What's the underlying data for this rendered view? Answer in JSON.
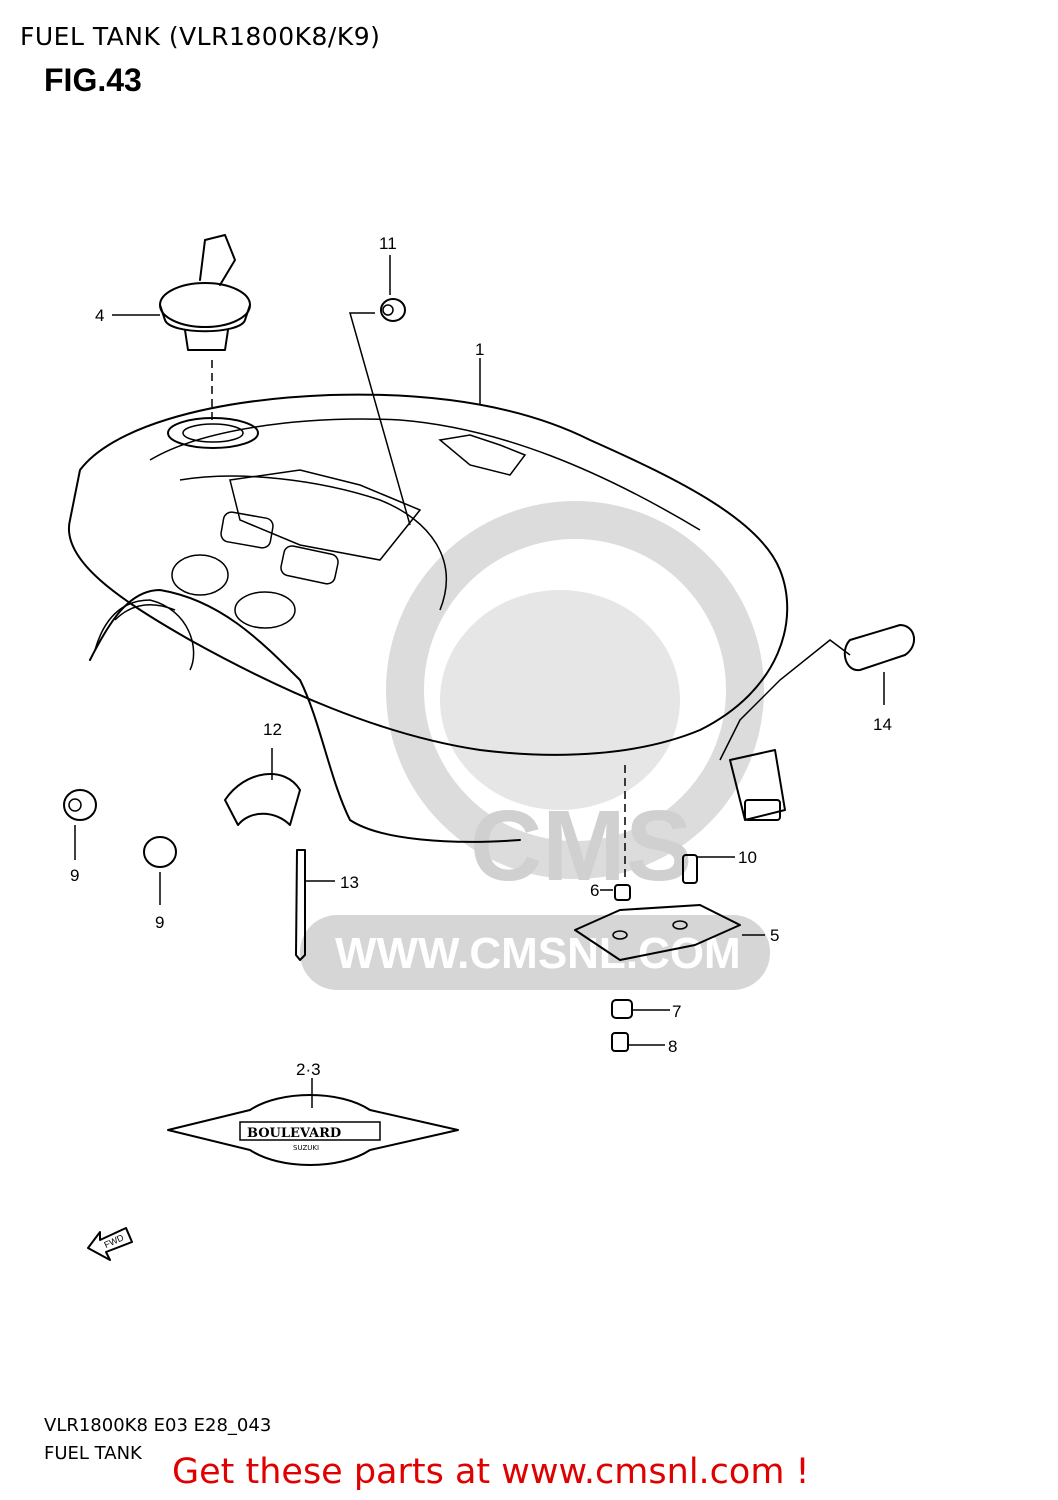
{
  "header": {
    "title": "FUEL TANK (VLR1800K8/K9)",
    "figure": "FIG.43"
  },
  "parts": [
    {
      "id": "1",
      "label": "1"
    },
    {
      "id": "2-3",
      "label": "2·3"
    },
    {
      "id": "4",
      "label": "4"
    },
    {
      "id": "5",
      "label": "5"
    },
    {
      "id": "6",
      "label": "6"
    },
    {
      "id": "7",
      "label": "7"
    },
    {
      "id": "8",
      "label": "8"
    },
    {
      "id": "9a",
      "label": "9"
    },
    {
      "id": "9b",
      "label": "9"
    },
    {
      "id": "10",
      "label": "10"
    },
    {
      "id": "11",
      "label": "11"
    },
    {
      "id": "12",
      "label": "12"
    },
    {
      "id": "13",
      "label": "13"
    },
    {
      "id": "14",
      "label": "14"
    }
  ],
  "emblem": {
    "text": "BOULEVARD",
    "subtext": "SUZUKI"
  },
  "fwd_arrow": "FWD",
  "watermark": {
    "brand": "CMS",
    "url": "WWW.CMSNL.COM"
  },
  "footer": {
    "code": "VLR1800K8 E03 E28_043",
    "name": "FUEL TANK"
  },
  "promo": "Get these parts at www.cmsnl.com !",
  "colors": {
    "promo": "#e00000",
    "watermark": "#d6d6d6",
    "line": "#000000"
  }
}
